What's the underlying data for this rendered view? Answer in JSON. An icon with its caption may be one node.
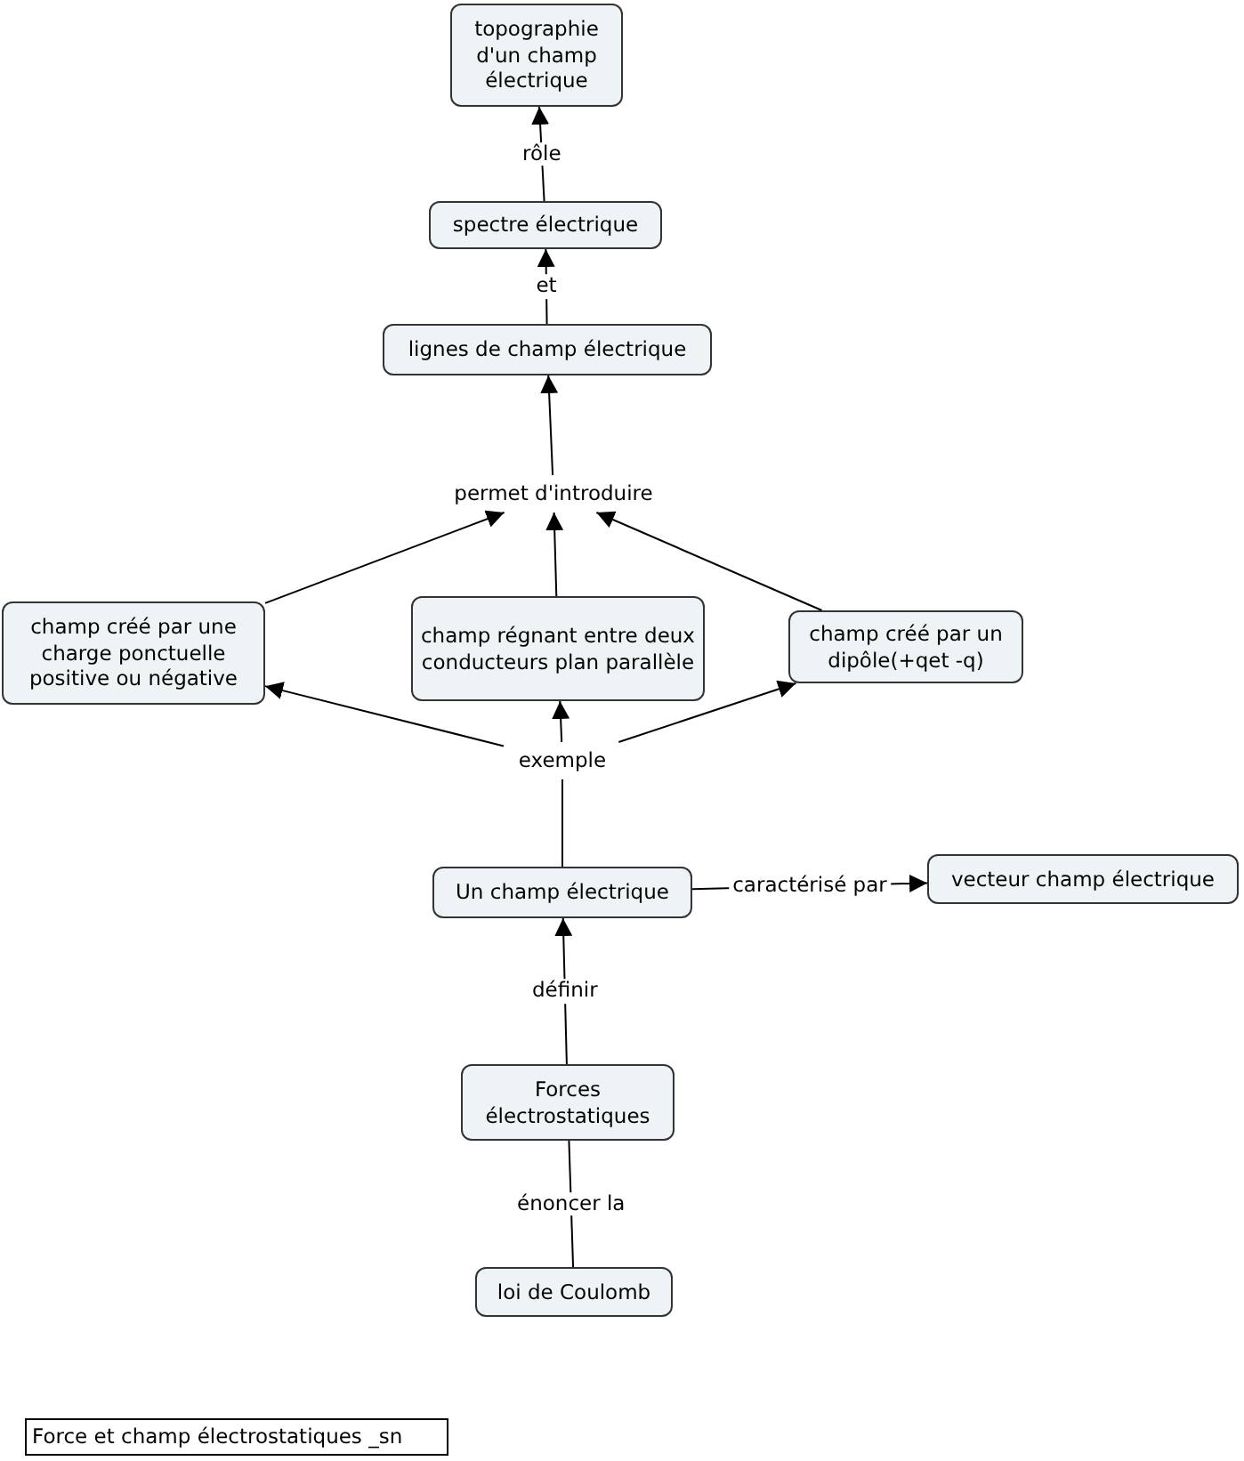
{
  "diagram": {
    "nodes": [
      {
        "text": [
          "topographie d'un champ électrique"
        ]
      },
      {
        "text": [
          "spectre électrique"
        ]
      },
      {
        "text": [
          "lignes de champ électrique"
        ]
      },
      {
        "text": [
          "permet d'introduire"
        ]
      },
      {
        "text": [
          "champ créé par une charge ponctuelle positive ou négative"
        ]
      },
      {
        "text": [
          "champ régnant entre deux conducteurs plan parallèle"
        ]
      },
      {
        "text": [
          "champ créé par un dipôle(+qet -q)"
        ]
      },
      {
        "text": [
          "exemple"
        ]
      },
      {
        "text": [
          "Un champ électrique"
        ]
      },
      {
        "text": [
          "vecteur champ électrique"
        ]
      },
      {
        "text": [
          "Forces électrostatiques"
        ]
      },
      {
        "text": [
          "loi de Coulomb"
        ]
      },
      {
        "text": [
          "Force et champ électrostatiques _sn"
        ]
      }
    ],
    "edges": [
      {
        "from": 1,
        "to": 0,
        "arrow": "to",
        "label": "rôle"
      },
      {
        "from": 2,
        "to": 1,
        "arrow": "to",
        "label": "et"
      },
      {
        "from": 3,
        "to": 2,
        "arrow": "to"
      },
      {
        "from": 4,
        "to": 3,
        "arrow": "to"
      },
      {
        "from": 5,
        "to": 3,
        "arrow": "to"
      },
      {
        "from": 6,
        "to": 3,
        "arrow": "to"
      },
      {
        "from": 8,
        "to": 7,
        "arrow": "none"
      },
      {
        "from": 7,
        "to": 4,
        "arrow": "to"
      },
      {
        "from": 7,
        "to": 5,
        "arrow": "to"
      },
      {
        "from": 7,
        "to": 6,
        "arrow": "to"
      },
      {
        "from": 8,
        "to": 9,
        "arrow": "to",
        "label": "caractérisé par"
      },
      {
        "from": 10,
        "to": 8,
        "arrow": "to",
        "label": "définir"
      },
      {
        "from": 11,
        "to": 10,
        "arrow": "none",
        "label": "énoncer la"
      }
    ]
  }
}
